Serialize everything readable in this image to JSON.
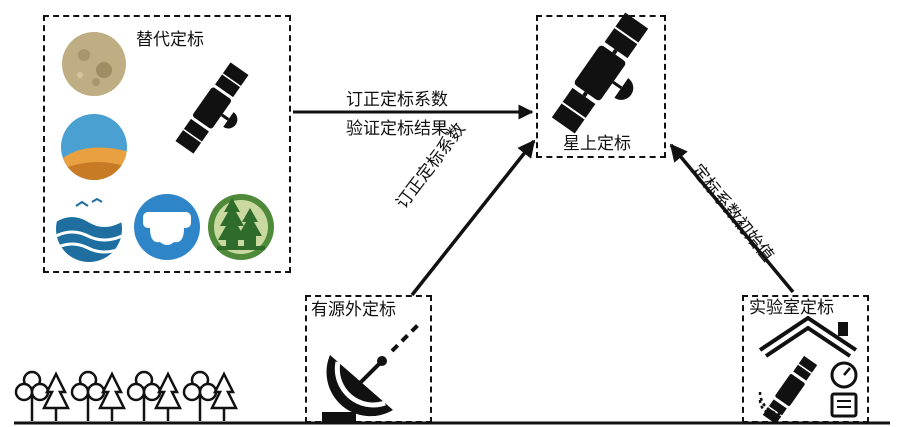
{
  "boxes": {
    "substitute": "替代定标",
    "onboard": "星上定标",
    "active_source": "有源外定标",
    "laboratory": "实验室定标"
  },
  "arrows": {
    "to_onboard_line1": "订正定标系数",
    "to_onboard_line2": "验证定标结果",
    "from_active_source": "订正定标系数",
    "from_laboratory": "定标系数初始值"
  },
  "icons": {
    "satellite": "satellite-icon",
    "moon": "moon-icon",
    "desert": "desert-icon",
    "ocean": "ocean-icon",
    "cloud": "cloud-icon",
    "forest": "forest-icon",
    "dish": "satellite-dish-icon",
    "house": "house-icon",
    "trees": "trees-icon"
  },
  "colors": {
    "line": "#111111",
    "ocean": "#1e6f9f",
    "cloud_bg": "#2e86c8",
    "forest_bg": "#4f8a3a",
    "desert_sky": "#4aa0d0",
    "desert_sand": "#e8a040",
    "moon": "#bfae83"
  }
}
